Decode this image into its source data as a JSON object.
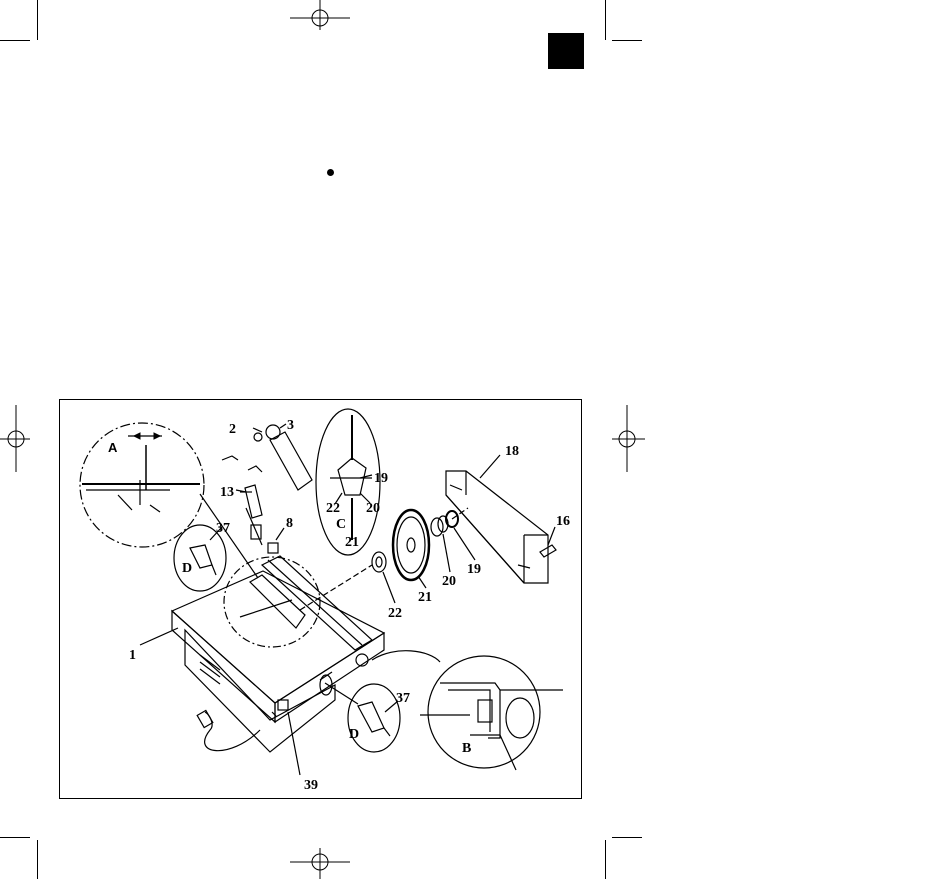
{
  "page": {
    "language_marker_color": "#000000"
  },
  "figure": {
    "callouts": [
      "2",
      "3",
      "13",
      "8",
      "37",
      "1",
      "39",
      "37",
      "19",
      "20",
      "22",
      "21",
      "18",
      "16",
      "19",
      "20",
      "21",
      "22"
    ],
    "detail_labels": [
      "A",
      "B",
      "C",
      "D",
      "D"
    ]
  }
}
